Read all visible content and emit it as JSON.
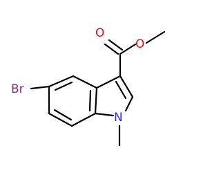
{
  "structure": {
    "atoms": {
      "br": {
        "label": "Br",
        "color": "#8b2a86"
      },
      "carbonyl_oxygen": {
        "label": "O",
        "color": "#e01010"
      },
      "ester_oxygen": {
        "label": "O",
        "color": "#e01010"
      },
      "ring_nitrogen": {
        "label": "N",
        "color": "#2a2ae0"
      },
      "methyl_ester": {
        "label": "",
        "color": "#000000"
      },
      "methyl_nitrogen": {
        "label": "",
        "color": "#000000"
      }
    },
    "bond_color": "#000000"
  }
}
